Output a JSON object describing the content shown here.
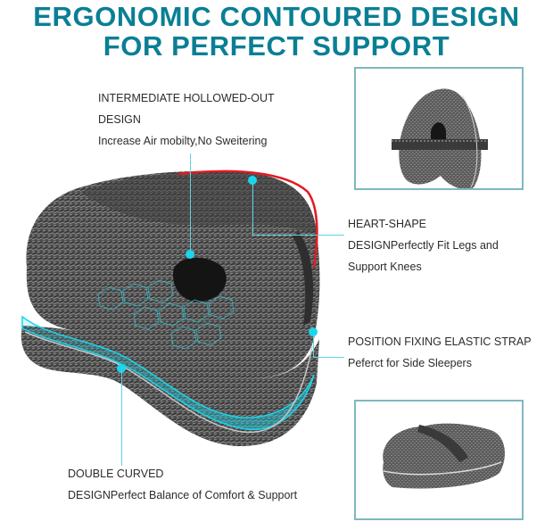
{
  "title": {
    "line1": "ERGONOMIC CONTOURED DESIGN",
    "line2": "FOR PERFECT SUPPORT",
    "color": "#0a7f94"
  },
  "callouts": [
    {
      "id": "hollowed-out",
      "line1": "INTERMEDIATE HOLLOWED-OUT",
      "line2": "DESIGN",
      "line3": "Increase Air mobilty,No Sweitering"
    },
    {
      "id": "heart-shape",
      "line1": "HEART-SHAPE",
      "line2": "DESIGNPerfectly Fit Legs and",
      "line3": "Support Knees"
    },
    {
      "id": "elastic-strap",
      "line1": "POSITION FIXING ELASTIC STRAP",
      "line2": "Peferct for Side Sleepers"
    },
    {
      "id": "double-curved",
      "line1": "DOUBLE CURVED",
      "line2": "DESIGNPerfect Balance of Comfort & Support"
    }
  ],
  "thumbnails": [
    {
      "id": "front-view",
      "description": "knee pillow front view with elastic strap"
    },
    {
      "id": "side-view",
      "description": "knee pillow side view with piping"
    }
  ],
  "colors": {
    "accent_cyan": "#19d6ea",
    "outline_red": "#e31b23",
    "fabric_gray": "#5a5a5a",
    "box_border": "#7fb8bf"
  }
}
